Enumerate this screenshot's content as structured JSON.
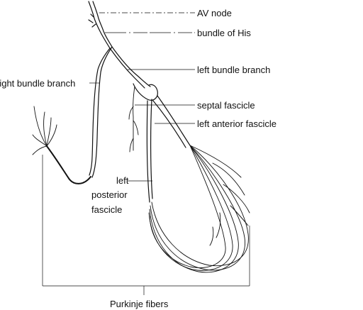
{
  "labels": {
    "av_node": "AV node",
    "bundle_of_his": "bundle of His",
    "left_bundle_branch": "left bundle branch",
    "right_bundle_branch": "right bundle branch",
    "septal_fascicle": "septal fascicle",
    "left_anterior_fascicle": "left anterior fascicle",
    "left_posterior_fascicle_line1": "left",
    "left_posterior_fascicle_line2": "posterior",
    "left_posterior_fascicle_line3": "fascicle",
    "purkinje_fibers": "Purkinje fibers"
  }
}
